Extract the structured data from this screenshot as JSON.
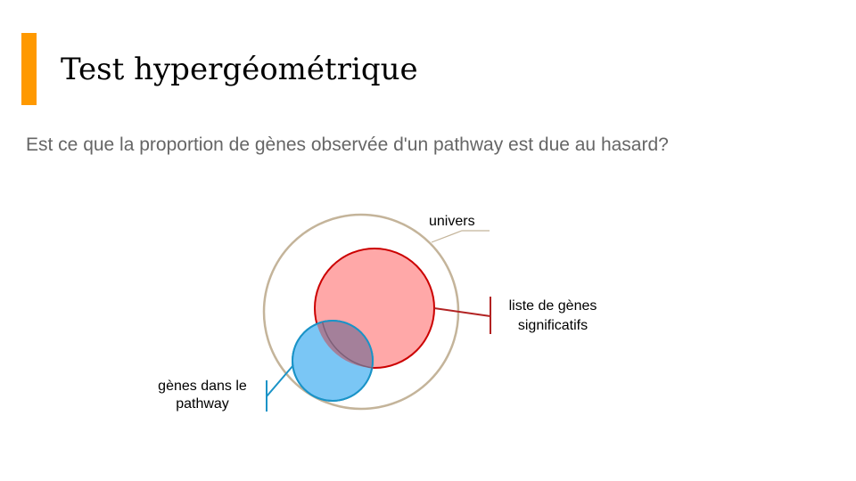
{
  "slide": {
    "title": "Test hypergéométrique",
    "subtitle": "Est ce que la proportion de gènes observée d'un pathway est due au hasard?"
  },
  "diagram": {
    "labels": {
      "univers": "univers",
      "significant_line1": "liste de gènes",
      "significant_line2": "significatifs",
      "pathway_line1": "gènes dans le",
      "pathway_line2": "pathway"
    },
    "colors": {
      "accent": "#ff9900",
      "universe_stroke": "#c4b49a",
      "significant_fill": "#ffa8a8",
      "significant_stroke": "#cc0000",
      "pathway_fill": "#7ac6f5",
      "pathway_stroke": "#1a93c7",
      "overlap_fill": "#a4809a"
    }
  }
}
